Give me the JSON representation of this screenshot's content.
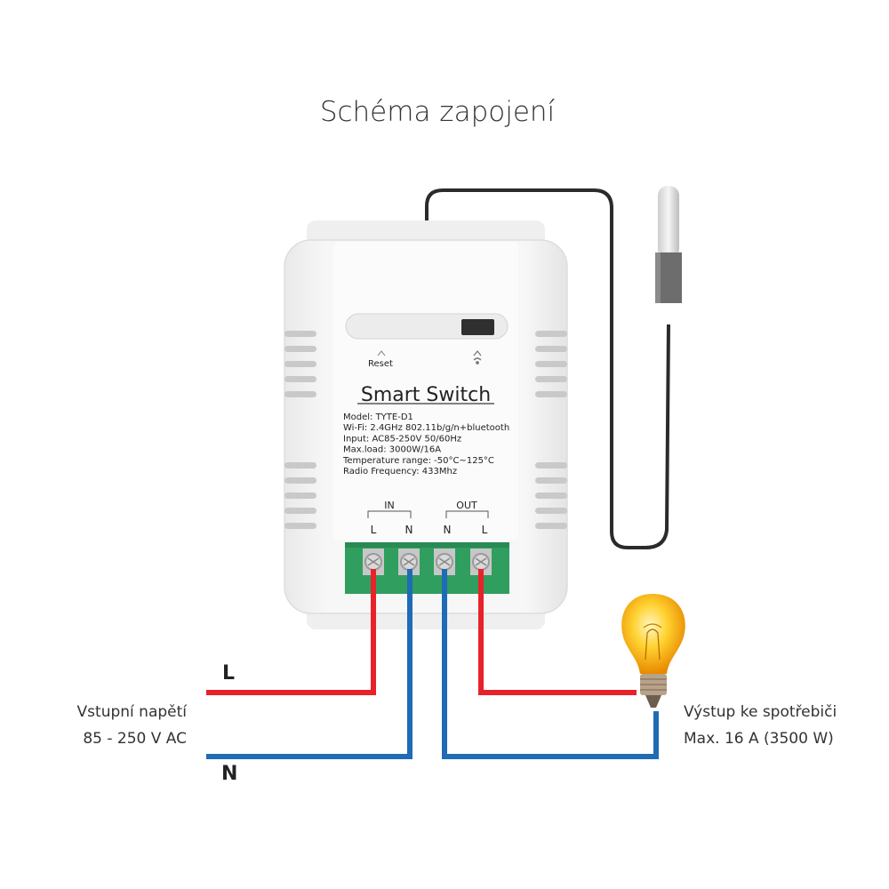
{
  "title": "Schéma zapojení",
  "device": {
    "name": "Smart Switch",
    "reset_label": "Reset",
    "specs": [
      "Model: TYTE-D1",
      "Wi-Fi: 2.4GHz 802.11b/g/n+bluetooth",
      "Input: AC85-250V 50/60Hz",
      "Max.load: 3000W/16A",
      "Temperature range: -50°C~125°C",
      "Radio Frequency: 433Mhz"
    ],
    "groups": {
      "in": {
        "label": "IN",
        "terminals": [
          "L",
          "N"
        ]
      },
      "out": {
        "label": "OUT",
        "terminals": [
          "N",
          "L"
        ]
      }
    }
  },
  "wires": {
    "live_label": "L",
    "neutral_label": "N",
    "live_color": "#e8222a",
    "neutral_color": "#1f6bb5"
  },
  "input": {
    "line1": "Vstupní napětí",
    "line2": "85 - 250 V AC"
  },
  "output": {
    "line1": "Výstup ke spotřebiči",
    "line2": "Max. 16 A (3500 W)"
  },
  "icons": {
    "wifi": "wifi-icon",
    "bulb": "light-bulb-icon",
    "sensor": "temperature-probe-icon"
  }
}
